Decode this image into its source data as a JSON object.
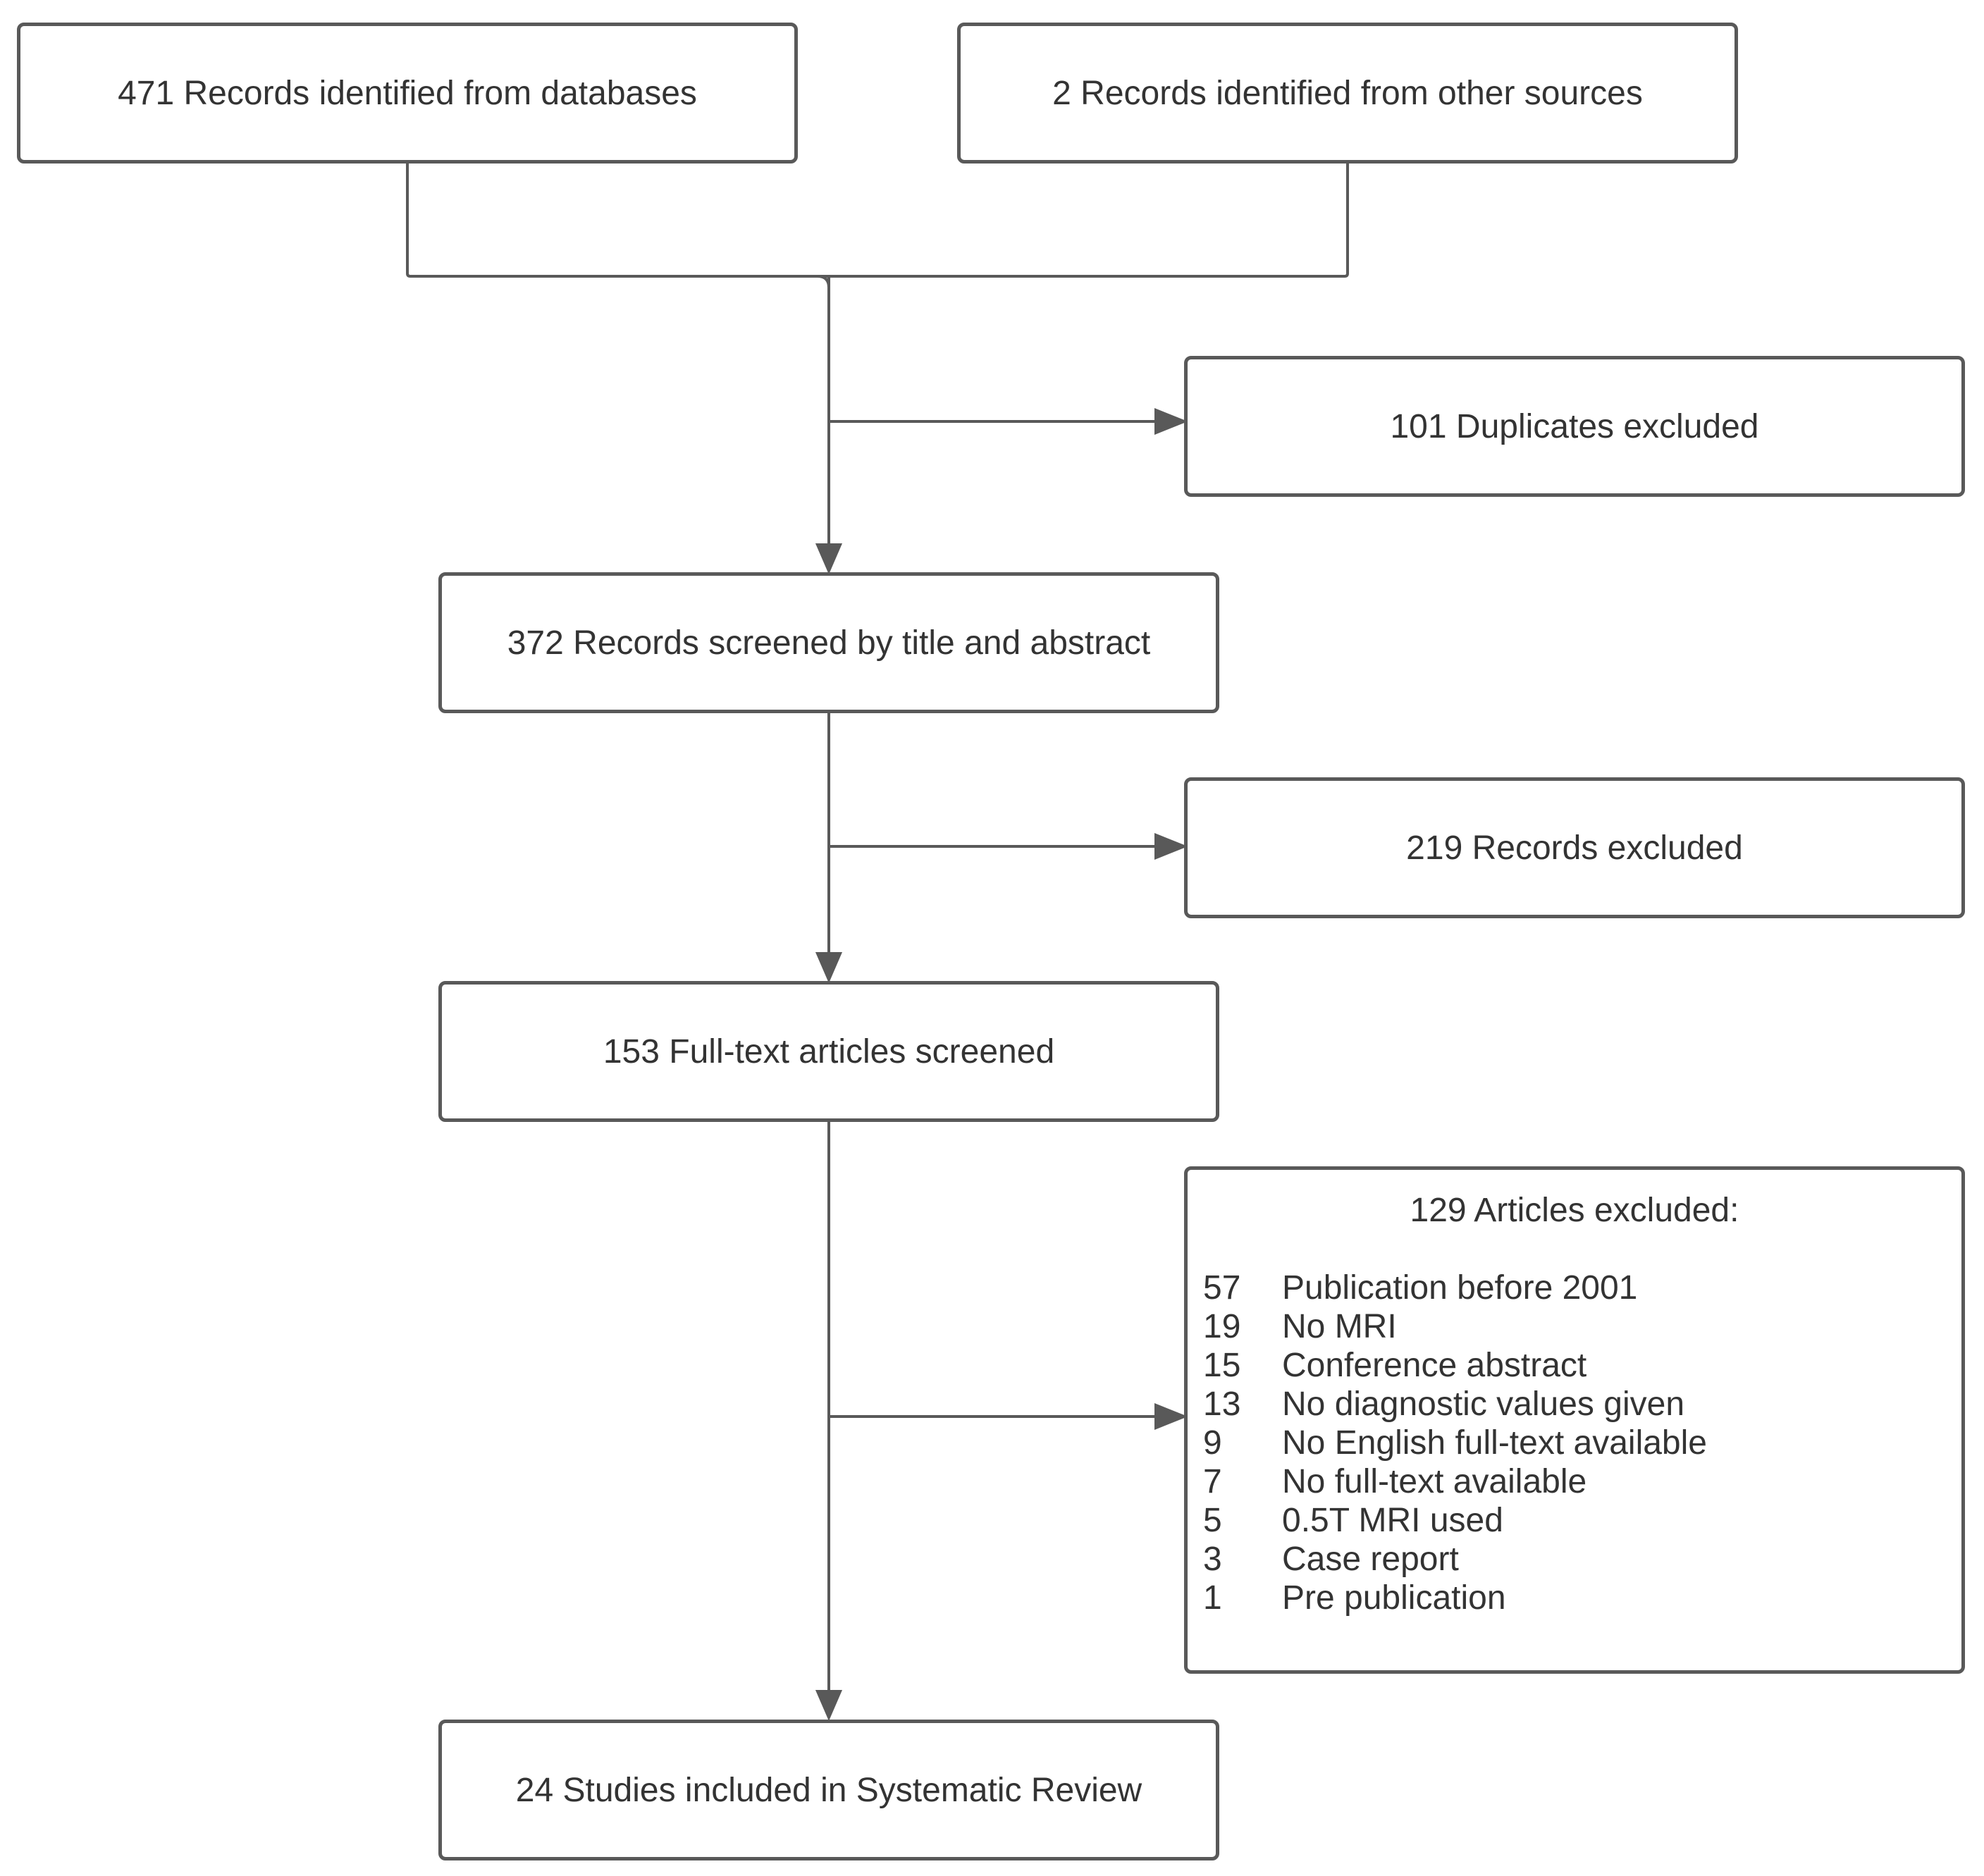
{
  "boxes": {
    "databases": "471 Records identified from databases",
    "other_sources": "2 Records identified from other sources",
    "duplicates": "101 Duplicates excluded",
    "screened": "372 Records screened by title and abstract",
    "records_excluded": "219 Records excluded",
    "fulltext": "153 Full-text articles screened",
    "included": "24 Studies included in Systematic Review"
  },
  "articles_excluded": {
    "title": "129 Articles excluded:",
    "reasons": [
      {
        "count": "57",
        "label": "Publication before 2001"
      },
      {
        "count": "19",
        "label": "No MRI"
      },
      {
        "count": "15",
        "label": "Conference abstract"
      },
      {
        "count": "13",
        "label": "No diagnostic values given"
      },
      {
        "count": "9",
        "label": "No English full-text available"
      },
      {
        "count": "7",
        "label": "No full-text available"
      },
      {
        "count": "5",
        "label": "0.5T MRI used"
      },
      {
        "count": "3",
        "label": "Case report"
      },
      {
        "count": "1",
        "label": "Pre publication"
      }
    ]
  },
  "colors": {
    "border": "#595959",
    "line": "#595959",
    "text": "#333333"
  }
}
